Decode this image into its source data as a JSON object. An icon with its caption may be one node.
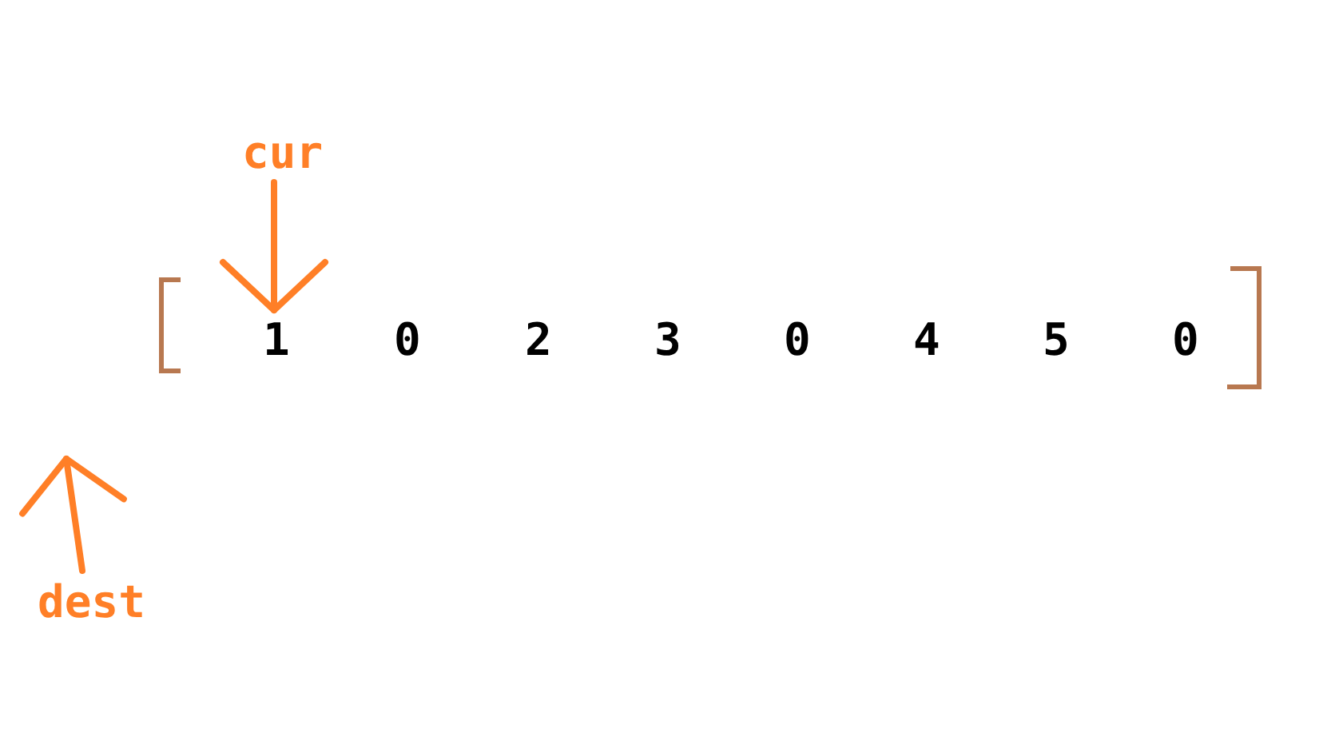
{
  "diagram": {
    "nodes": [
      {
        "text": [
          "cur"
        ]
      },
      {
        "text": [
          "1"
        ]
      },
      {
        "text": [
          "0"
        ]
      },
      {
        "text": [
          "2"
        ]
      },
      {
        "text": [
          "3"
        ]
      },
      {
        "text": [
          "0"
        ]
      },
      {
        "text": [
          "4"
        ]
      },
      {
        "text": [
          "5"
        ]
      },
      {
        "text": [
          "0"
        ]
      },
      {
        "text": [
          "dest"
        ]
      }
    ],
    "edges": [
      {
        "from": 0,
        "to": 1,
        "arrow": "to"
      },
      {
        "from": 9,
        "to": null,
        "arrow": "to"
      }
    ]
  }
}
